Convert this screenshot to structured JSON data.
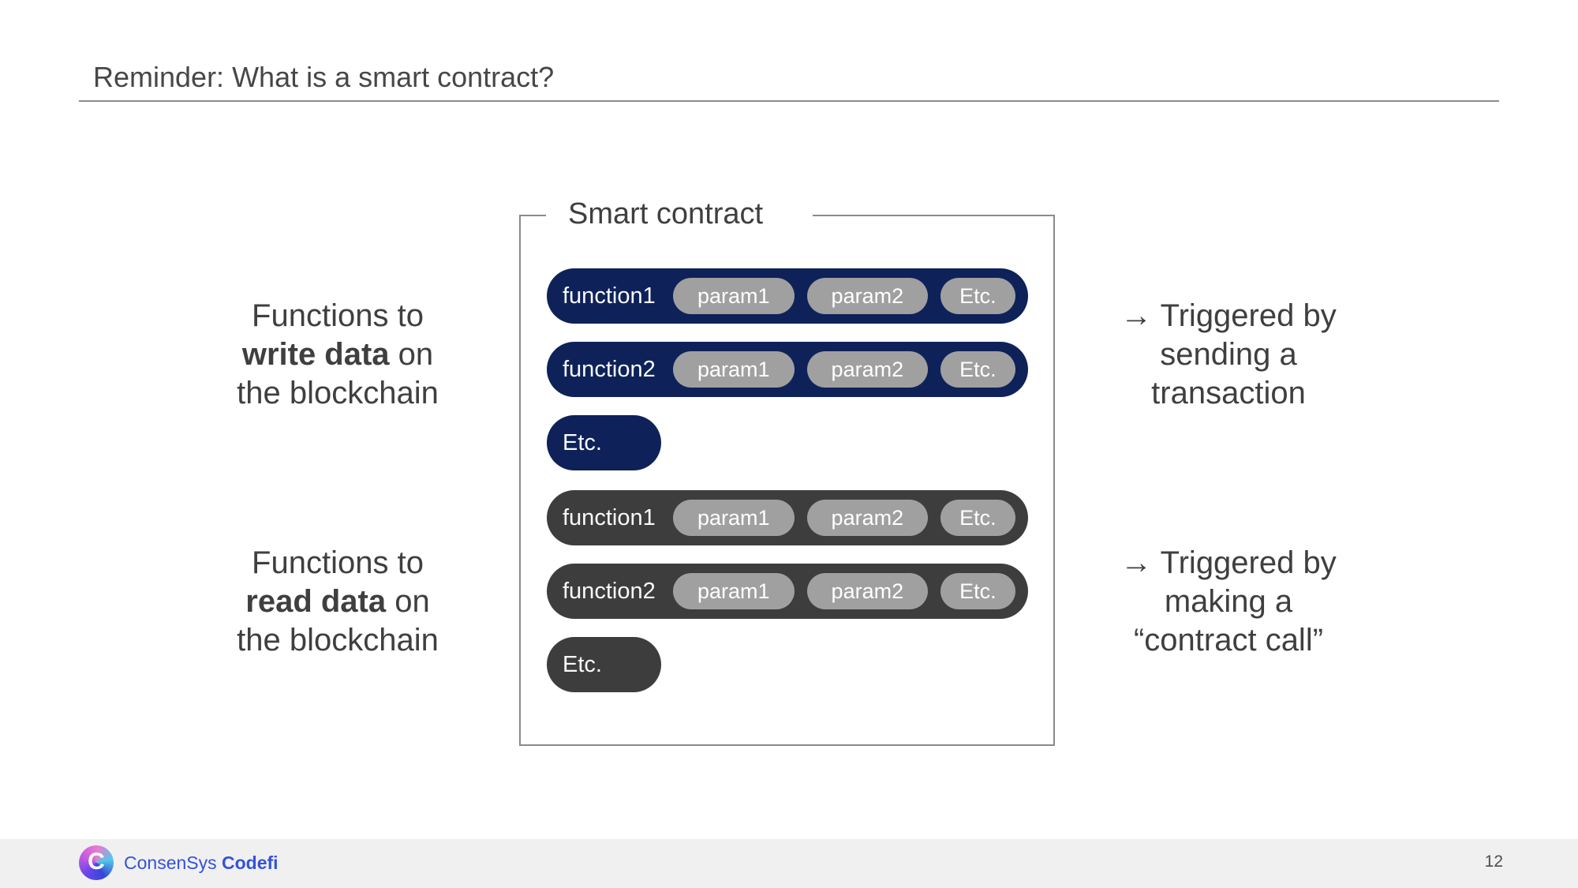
{
  "slide": {
    "header": {
      "title": "Reminder: What is a smart contract?"
    },
    "footer": {
      "brand_name": "ConsenSys",
      "brand_product": "Codefi",
      "brand_color": "#3452d9",
      "logo_letter": "C",
      "page_number": "12"
    }
  },
  "diagram": {
    "box_title": "Smart contract",
    "colors": {
      "write_row": "#0e2259",
      "read_row": "#3d3d3d",
      "param_pill": "#a0a0a0",
      "box_border": "#8a8a8a"
    },
    "write_rows": [
      {
        "label": "function1",
        "params": [
          "param1",
          "param2",
          "Etc."
        ]
      },
      {
        "label": "function2",
        "params": [
          "param1",
          "param2",
          "Etc."
        ]
      },
      {
        "label": "Etc.",
        "params": []
      }
    ],
    "read_rows": [
      {
        "label": "function1",
        "params": [
          "param1",
          "param2",
          "Etc."
        ]
      },
      {
        "label": "function2",
        "params": [
          "param1",
          "param2",
          "Etc."
        ]
      },
      {
        "label": "Etc.",
        "params": []
      }
    ]
  },
  "captions": {
    "write": {
      "line1": "Functions to",
      "bold": "write data",
      "line2_rest": " on",
      "line3": "the blockchain"
    },
    "read": {
      "line1": "Functions to",
      "bold": "read data",
      "line2_rest": " on",
      "line3": "the blockchain"
    },
    "write_trigger": {
      "arrow": "→",
      "line1": "Triggered by",
      "line2": "sending a",
      "line3": "transaction"
    },
    "read_trigger": {
      "arrow": "→",
      "line1": "Triggered by",
      "line2": "making a",
      "line3": "“contract call”"
    }
  }
}
